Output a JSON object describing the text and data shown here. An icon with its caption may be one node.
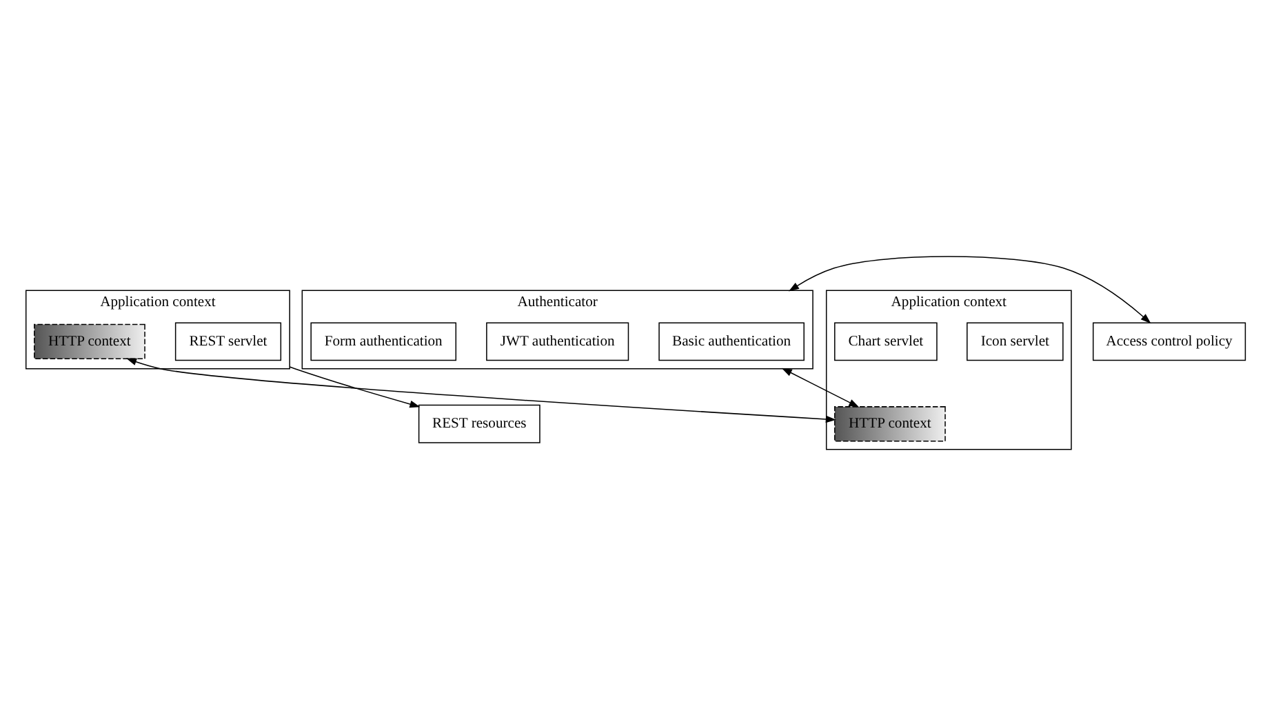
{
  "diagram": {
    "nodes": [
      {
        "text": [
          "Authenticator"
        ]
      },
      {
        "text": [
          "Basic authentication"
        ],
        "in": 0
      },
      {
        "text": [
          "JWT authentication"
        ],
        "in": 0
      },
      {
        "text": [
          "Form authentication"
        ],
        "in": 0
      },
      {
        "text": [
          "Access control policy"
        ]
      },
      {
        "text": [
          "REST resources"
        ]
      },
      {
        "text": [
          "Application context"
        ]
      },
      {
        "text": [
          "Icon servlet"
        ],
        "in": 6
      },
      {
        "text": [
          "Chart servlet"
        ],
        "in": 6
      },
      {
        "text": [
          "HTTP context"
        ],
        "in": 6
      },
      {
        "text": [
          "Application context"
        ]
      },
      {
        "text": [
          "REST servlet"
        ],
        "in": 10
      },
      {
        "text": [
          "HTTP context"
        ],
        "in": 10
      }
    ],
    "edges": [
      {
        "from": 0,
        "to": 4,
        "arrow": "both"
      },
      {
        "from": 0,
        "to": 9,
        "arrow": "both"
      },
      {
        "from": 9,
        "to": 12,
        "arrow": "both"
      },
      {
        "from": 10,
        "to": 5,
        "arrow": "to"
      }
    ]
  }
}
